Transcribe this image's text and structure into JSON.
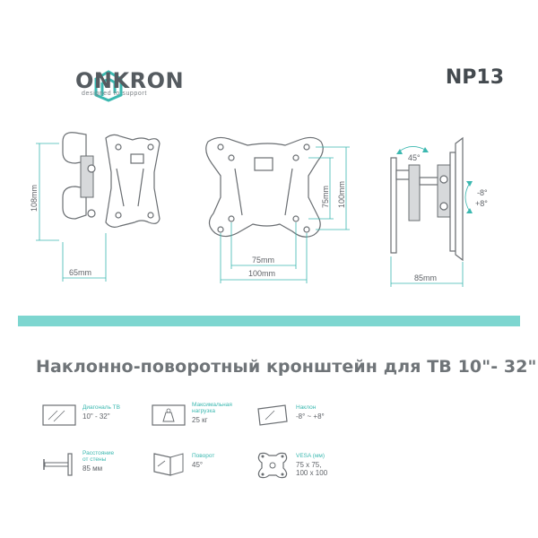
{
  "brand": {
    "name": "ONKRON",
    "tagline": "designed to support"
  },
  "model": "NP13",
  "dimensions": {
    "left_height": "108mm",
    "left_depth": "65mm",
    "front_inner_height": "75mm",
    "front_outer_height": "100mm",
    "front_inner_width": "75mm",
    "front_outer_width": "100mm",
    "swivel": "45°",
    "tilt_minus": "-8°",
    "tilt_plus": "+8°",
    "side_depth": "85mm"
  },
  "product_title": "Наклонно-поворотный кронштейн для ТВ 10\"- 32\"",
  "specs": {
    "diagonal": {
      "label": "Диагональ ТВ",
      "value": "10\" - 32\""
    },
    "load": {
      "label_line1": "Максимальная",
      "label_line2": "нагрузка",
      "value": "25 кг"
    },
    "tilt": {
      "label": "Наклон",
      "value": "-8° ~ +8°"
    },
    "distance": {
      "label_line1": "Расстояние",
      "label_line2": "от стены",
      "value": "85 мм"
    },
    "swivel": {
      "label": "Поворот",
      "value": "45°"
    },
    "vesa": {
      "label": "VESA (мм)",
      "value_line1": "75 x 75,",
      "value_line2": "100 x 100"
    }
  },
  "colors": {
    "accent": "#3bb8b0",
    "divider": "#7dd6d0",
    "text": "#5f6368"
  }
}
